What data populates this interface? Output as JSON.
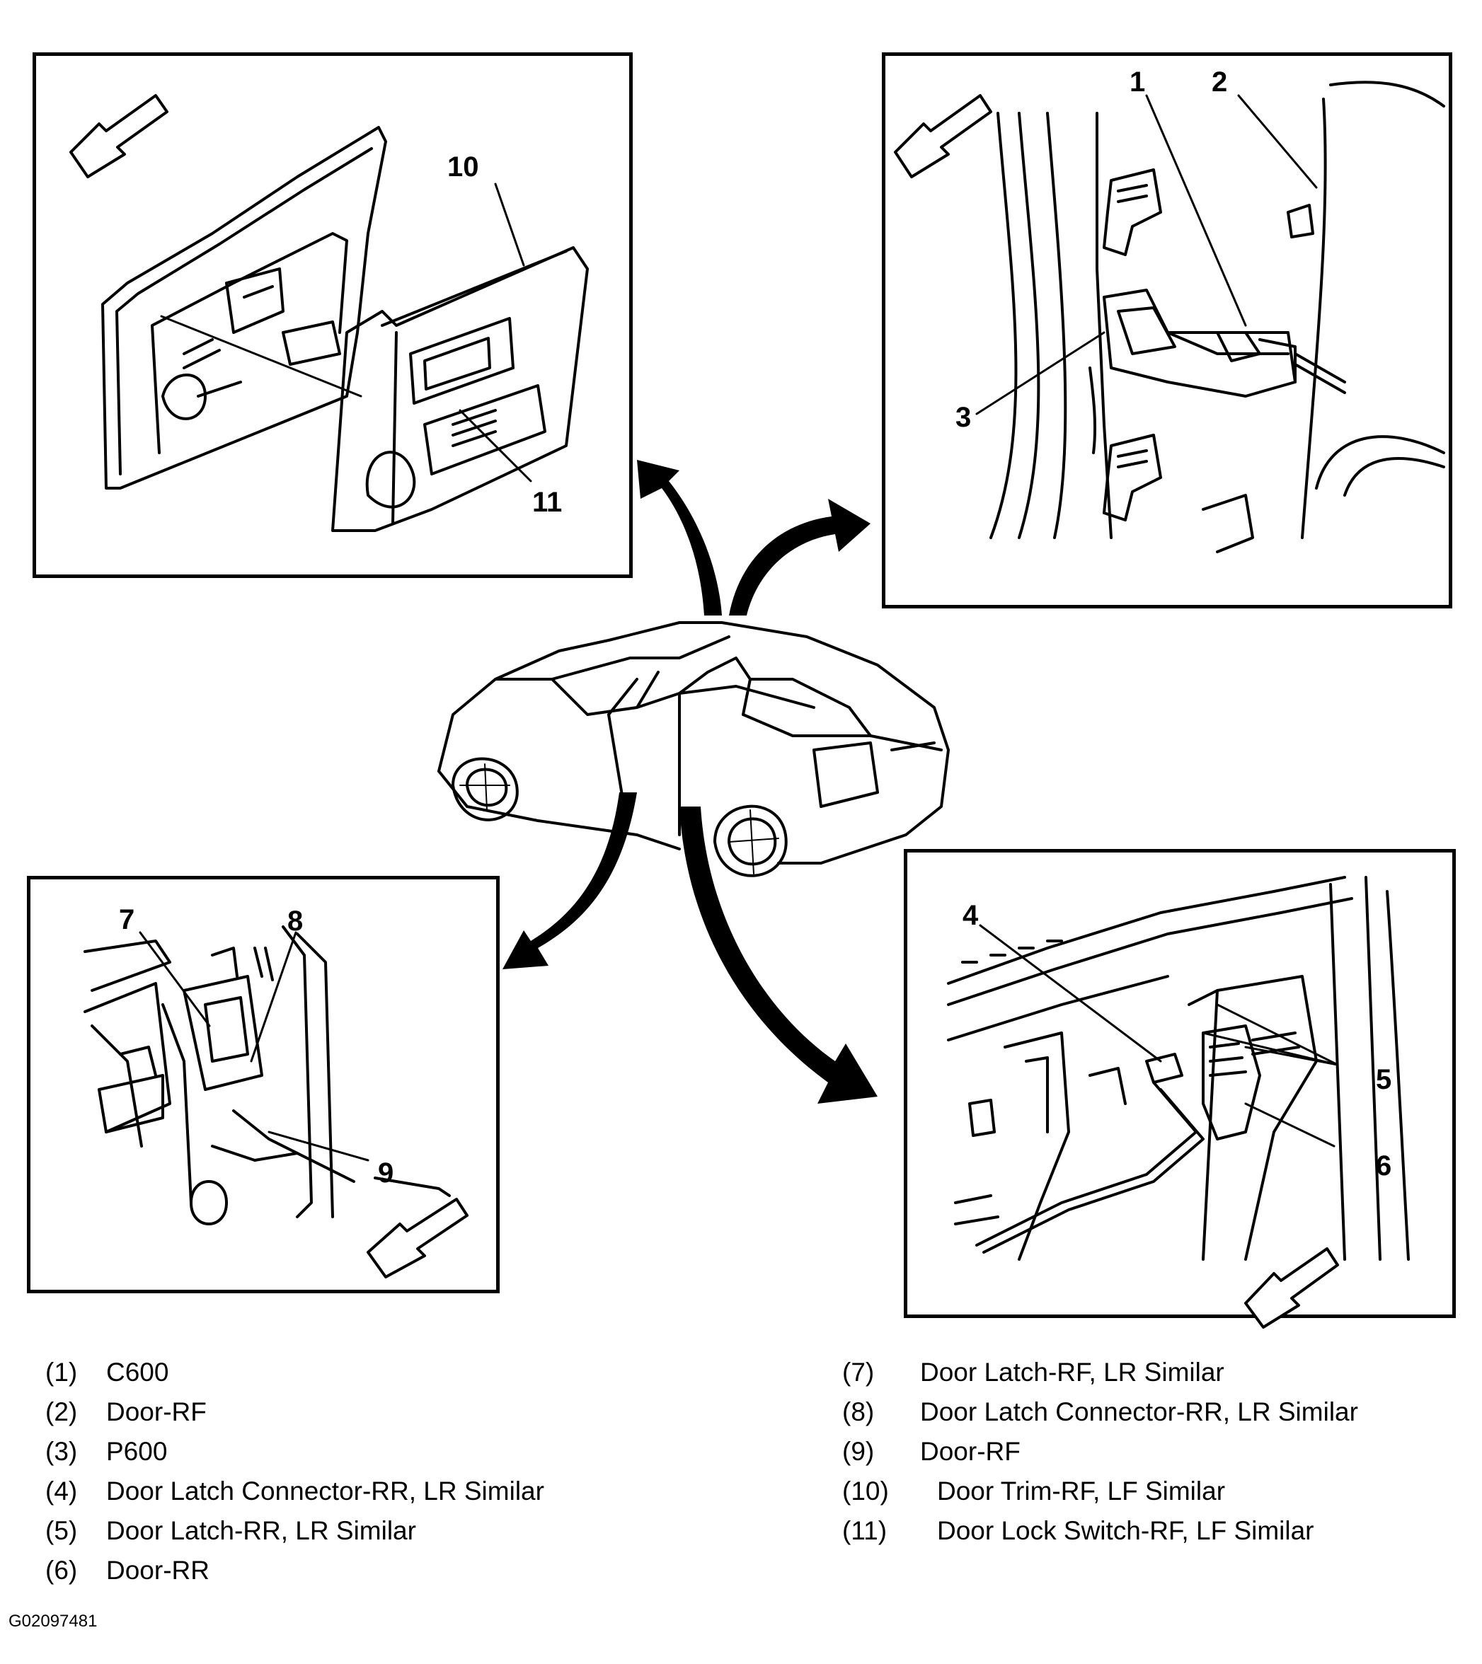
{
  "callouts": {
    "c1": "1",
    "c2": "2",
    "c3": "3",
    "c4": "4",
    "c5": "5",
    "c6": "6",
    "c7": "7",
    "c8": "8",
    "c9": "9",
    "c10": "10",
    "c11": "11"
  },
  "legend_left": [
    {
      "num": "(1)",
      "text": "C600"
    },
    {
      "num": "(2)",
      "text": "Door-RF"
    },
    {
      "num": "(3)",
      "text": "P600"
    },
    {
      "num": "(4)",
      "text": "Door Latch Connector-RR, LR Similar"
    },
    {
      "num": "(5)",
      "text": "Door Latch-RR, LR Similar"
    },
    {
      "num": "(6)",
      "text": "Door-RR"
    }
  ],
  "legend_right": [
    {
      "num": "(7)",
      "text": "Door Latch-RF, LR Similar"
    },
    {
      "num": "(8)",
      "text": "Door Latch Connector-RR, LR Similar"
    },
    {
      "num": "(9)",
      "text": "Door-RF"
    },
    {
      "num": "(10)",
      "text": "Door Trim-RF, LF Similar"
    },
    {
      "num": "(11)",
      "text": "Door Lock Switch-RF, LF Similar"
    }
  ],
  "figure_id": "G02097481"
}
